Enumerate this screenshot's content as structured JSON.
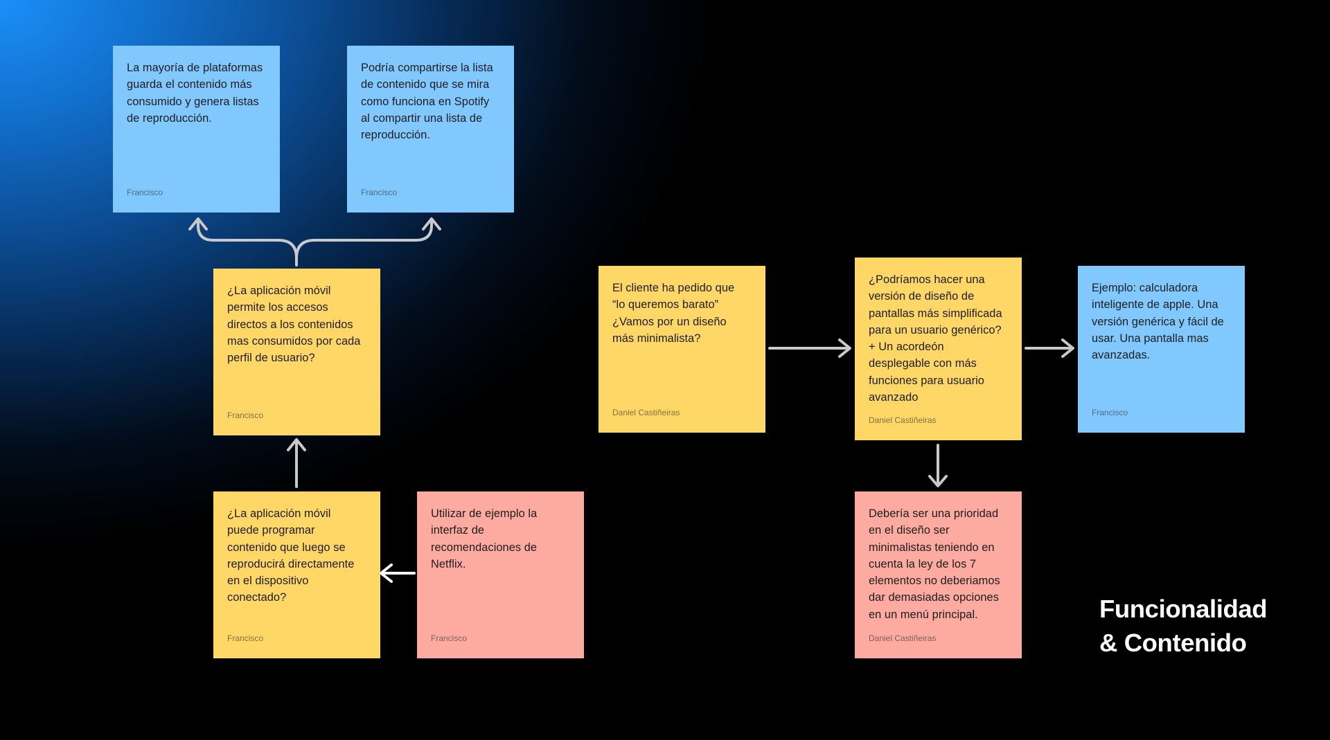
{
  "notes": {
    "n1": {
      "text": "La mayoría de plataformas\nguarda el contenido más\nconsumido y genera listas\nde reproducción.",
      "author": "Francisco",
      "color": "#80c8fe"
    },
    "n2": {
      "text": "Podría compartirse la lista\nde contenido que se mira\ncomo funciona en Spotify\nal compartir una lista de\nreproducción.",
      "author": "Francisco",
      "color": "#80c8fe"
    },
    "n3": {
      "text": "¿La aplicación móvil\npermite los accesos\ndirectos a los contenidos\nmas consumidos por cada\nperfil de usuario?",
      "author": "Francisco",
      "color": "#fed766"
    },
    "n4": {
      "text": "¿La aplicación móvil\npuede programar\ncontenido que luego se\nreproducirá directamente\nen el dispositivo\nconectado?",
      "author": "Francisco",
      "color": "#fed766"
    },
    "n5": {
      "text": "Utilizar de ejemplo la\ninterfaz de\nrecomendaciones de\nNetflix.",
      "author": "Francisco",
      "color": "#fdaaa0"
    },
    "n6": {
      "text": "El cliente ha pedido que\n“lo queremos barato”\n¿Vamos por un diseño\nmás minimalista?",
      "author": "Daniel Castiñeiras",
      "color": "#fed766"
    },
    "n7": {
      "text": "¿Podríamos hacer una\nversión de diseño de\npantallas más simplificada\npara un usuario genérico?\n+ Un acordeón\ndesplegable con más\nfunciones para usuario\navanzado",
      "author": "Daniel Castiñeiras",
      "color": "#fed766"
    },
    "n8": {
      "text": "Ejemplo: calculadora\ninteligente de apple. Una\nversión genérica y fácil de\nusar. Una pantalla mas\navanzadas.",
      "author": "Francisco",
      "color": "#80c8fe"
    },
    "n9": {
      "text": "Debería ser una prioridad\nen el diseño ser\nminimalistas teniendo en\ncuenta la ley de los 7\nelementos no deberiamos\ndar demasiadas opciones\nen un menú principal.",
      "author": "Daniel Castiñeiras",
      "color": "#fdaaa0"
    }
  },
  "title": {
    "line1": "Funcionalidad",
    "line2": "& Contenido"
  },
  "colors": {
    "connector_gray": "#c9c9cb",
    "connector_white": "#ffffff"
  }
}
